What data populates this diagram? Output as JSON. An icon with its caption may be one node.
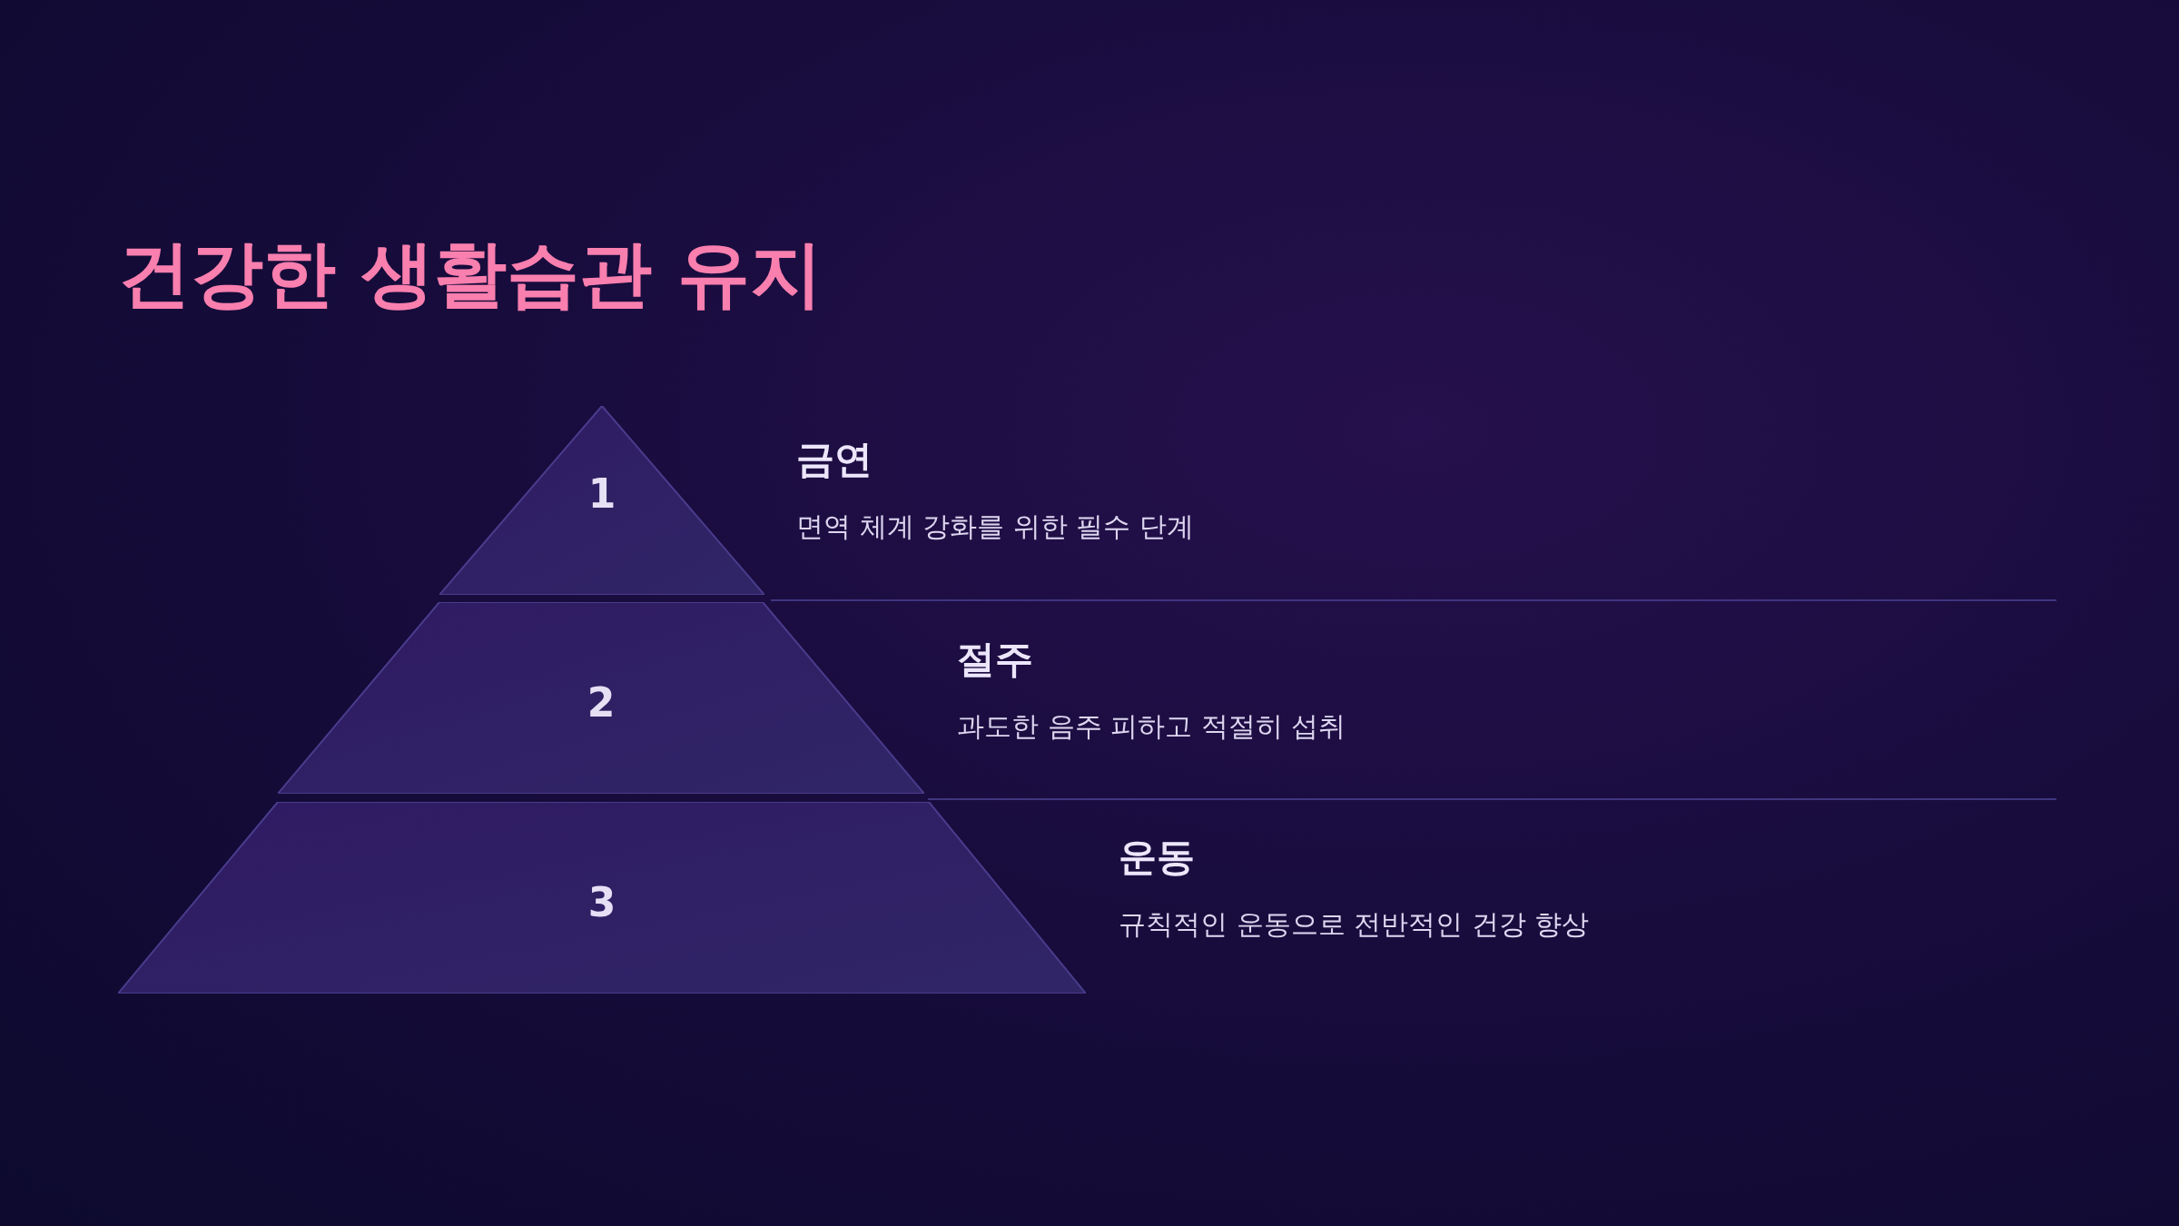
{
  "diagram": {
    "title": "건강한 생활습관 유지",
    "nodes": [
      {
        "text": [
          "1"
        ],
        "beside": [
          "금연",
          "면역 체계 강화를 위한 필수 단계"
        ]
      },
      {
        "text": [
          "2"
        ],
        "beside": [
          "절주",
          "과도한 음주 피하고 적절히 섭취"
        ]
      },
      {
        "text": [
          "3"
        ],
        "beside": [
          "운동",
          "규칙적인 운동으로 전반적인 건강 향상"
        ]
      }
    ]
  }
}
